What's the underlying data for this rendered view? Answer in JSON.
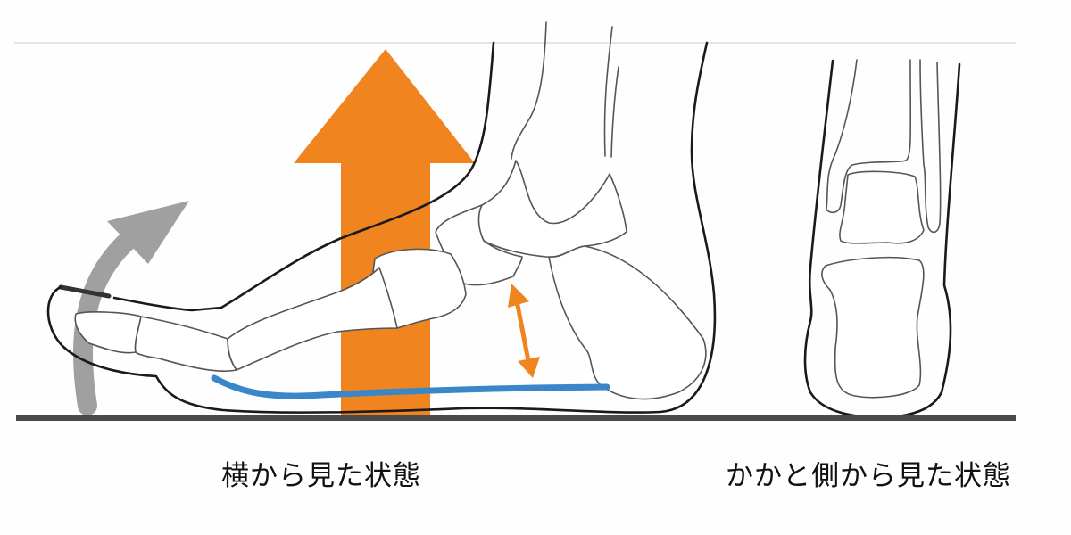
{
  "captions": {
    "side_view": "横から見た状態",
    "heel_view": "かかと側から見た状態"
  },
  "colors": {
    "up_arrow": "#f0841f",
    "curl_arrow": "#a0a0a0",
    "arch_line": "#3b86cb",
    "arch_height_arrow": "#f0841f",
    "ground": "#4a4a4a",
    "top_line": "#e6e4e8",
    "skin_outline": "#1a1a1a",
    "bone_outline": "#555555"
  },
  "icons": {
    "up_arrow": "large-orange-up-arrow",
    "curl_arrow": "gray-curved-arrow",
    "arch_height_arrow": "orange-double-arrow"
  }
}
